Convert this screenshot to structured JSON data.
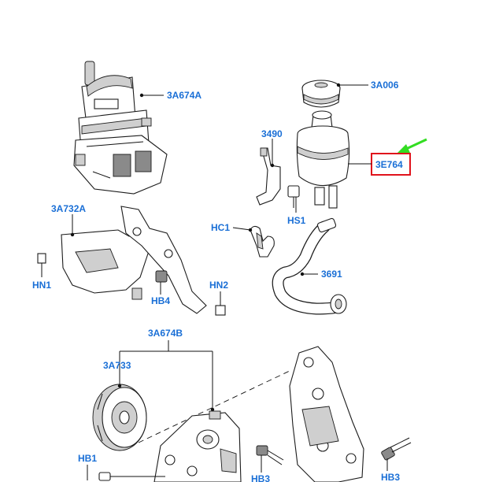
{
  "labels": {
    "pump_motor": "3A674A",
    "cap": "3A006",
    "bracket_3490": "3490",
    "reservoir": "3E764",
    "bracket": "3A732A",
    "hs1": "HS1",
    "hc1": "HC1",
    "hose": "3691",
    "hn1": "HN1",
    "hb4": "HB4",
    "hn2": "HN2",
    "pump_b": "3A674B",
    "pulley": "3A733",
    "hb1": "HB1",
    "hb3_left": "HB3",
    "hb3_right": "HB3"
  },
  "colors": {
    "label": "#1a6fd6",
    "highlight_box": "#e0131c",
    "arrow": "#33dd22"
  },
  "highlighted_label": "3E764"
}
